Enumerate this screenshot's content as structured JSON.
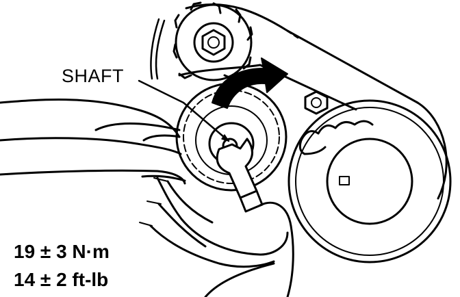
{
  "callouts": {
    "shaft": "SHAFT"
  },
  "torque_spec": {
    "metric": "19 ± 3 N·m",
    "imperial": "14 ± 2 ft-lb"
  },
  "colors": {
    "ink": "#000000",
    "paper": "#ffffff"
  },
  "icons": {
    "rotation_arrow": "curved-arrow-clockwise",
    "wrench": "open-end-wrench",
    "bolt": "hex-nut"
  }
}
